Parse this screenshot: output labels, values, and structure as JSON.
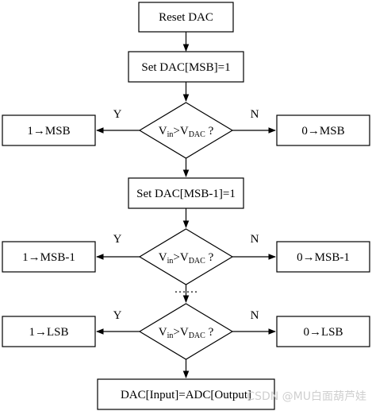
{
  "flowchart": {
    "reset": "Reset DAC",
    "set_msb": "Set DAC[MSB]=1",
    "set_msb_1": "Set DAC[MSB-1]=1",
    "condition": {
      "v": "V",
      "in_sub": "in",
      "gt": ">V",
      "dac_sub": "DAC",
      "q": " ?"
    },
    "yes_label": "Y",
    "no_label": "N",
    "msb_one": "1→MSB",
    "msb_zero": "0→MSB",
    "msb1_one": "1→MSB-1",
    "msb1_zero": "0→MSB-1",
    "ellipsis": "……",
    "lsb_one": "1→LSB",
    "lsb_zero": "0→LSB",
    "output": "DAC[Input]=ADC[Output]"
  },
  "watermark": "CSDN @MU白面葫芦娃"
}
